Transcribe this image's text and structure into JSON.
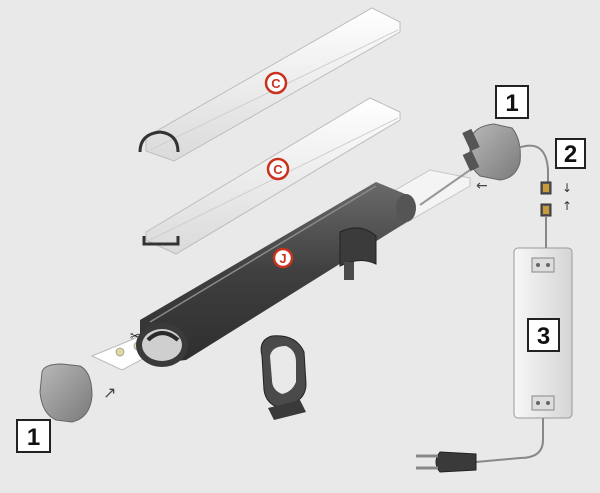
{
  "labels": {
    "endcap": "1",
    "feed": "1",
    "connector": "2",
    "driver": "3"
  },
  "badges": {
    "cover_round": "C",
    "cover_flat": "C",
    "profile": "J"
  },
  "colors": {
    "background": "#e9e9e9",
    "badge_ring": "#c8321e",
    "profile_dark": "#4a4a4a",
    "diffuser": "#f4f4f4"
  },
  "icons": {
    "arrow": "arrow-icon",
    "scissors": "scissors-icon"
  }
}
